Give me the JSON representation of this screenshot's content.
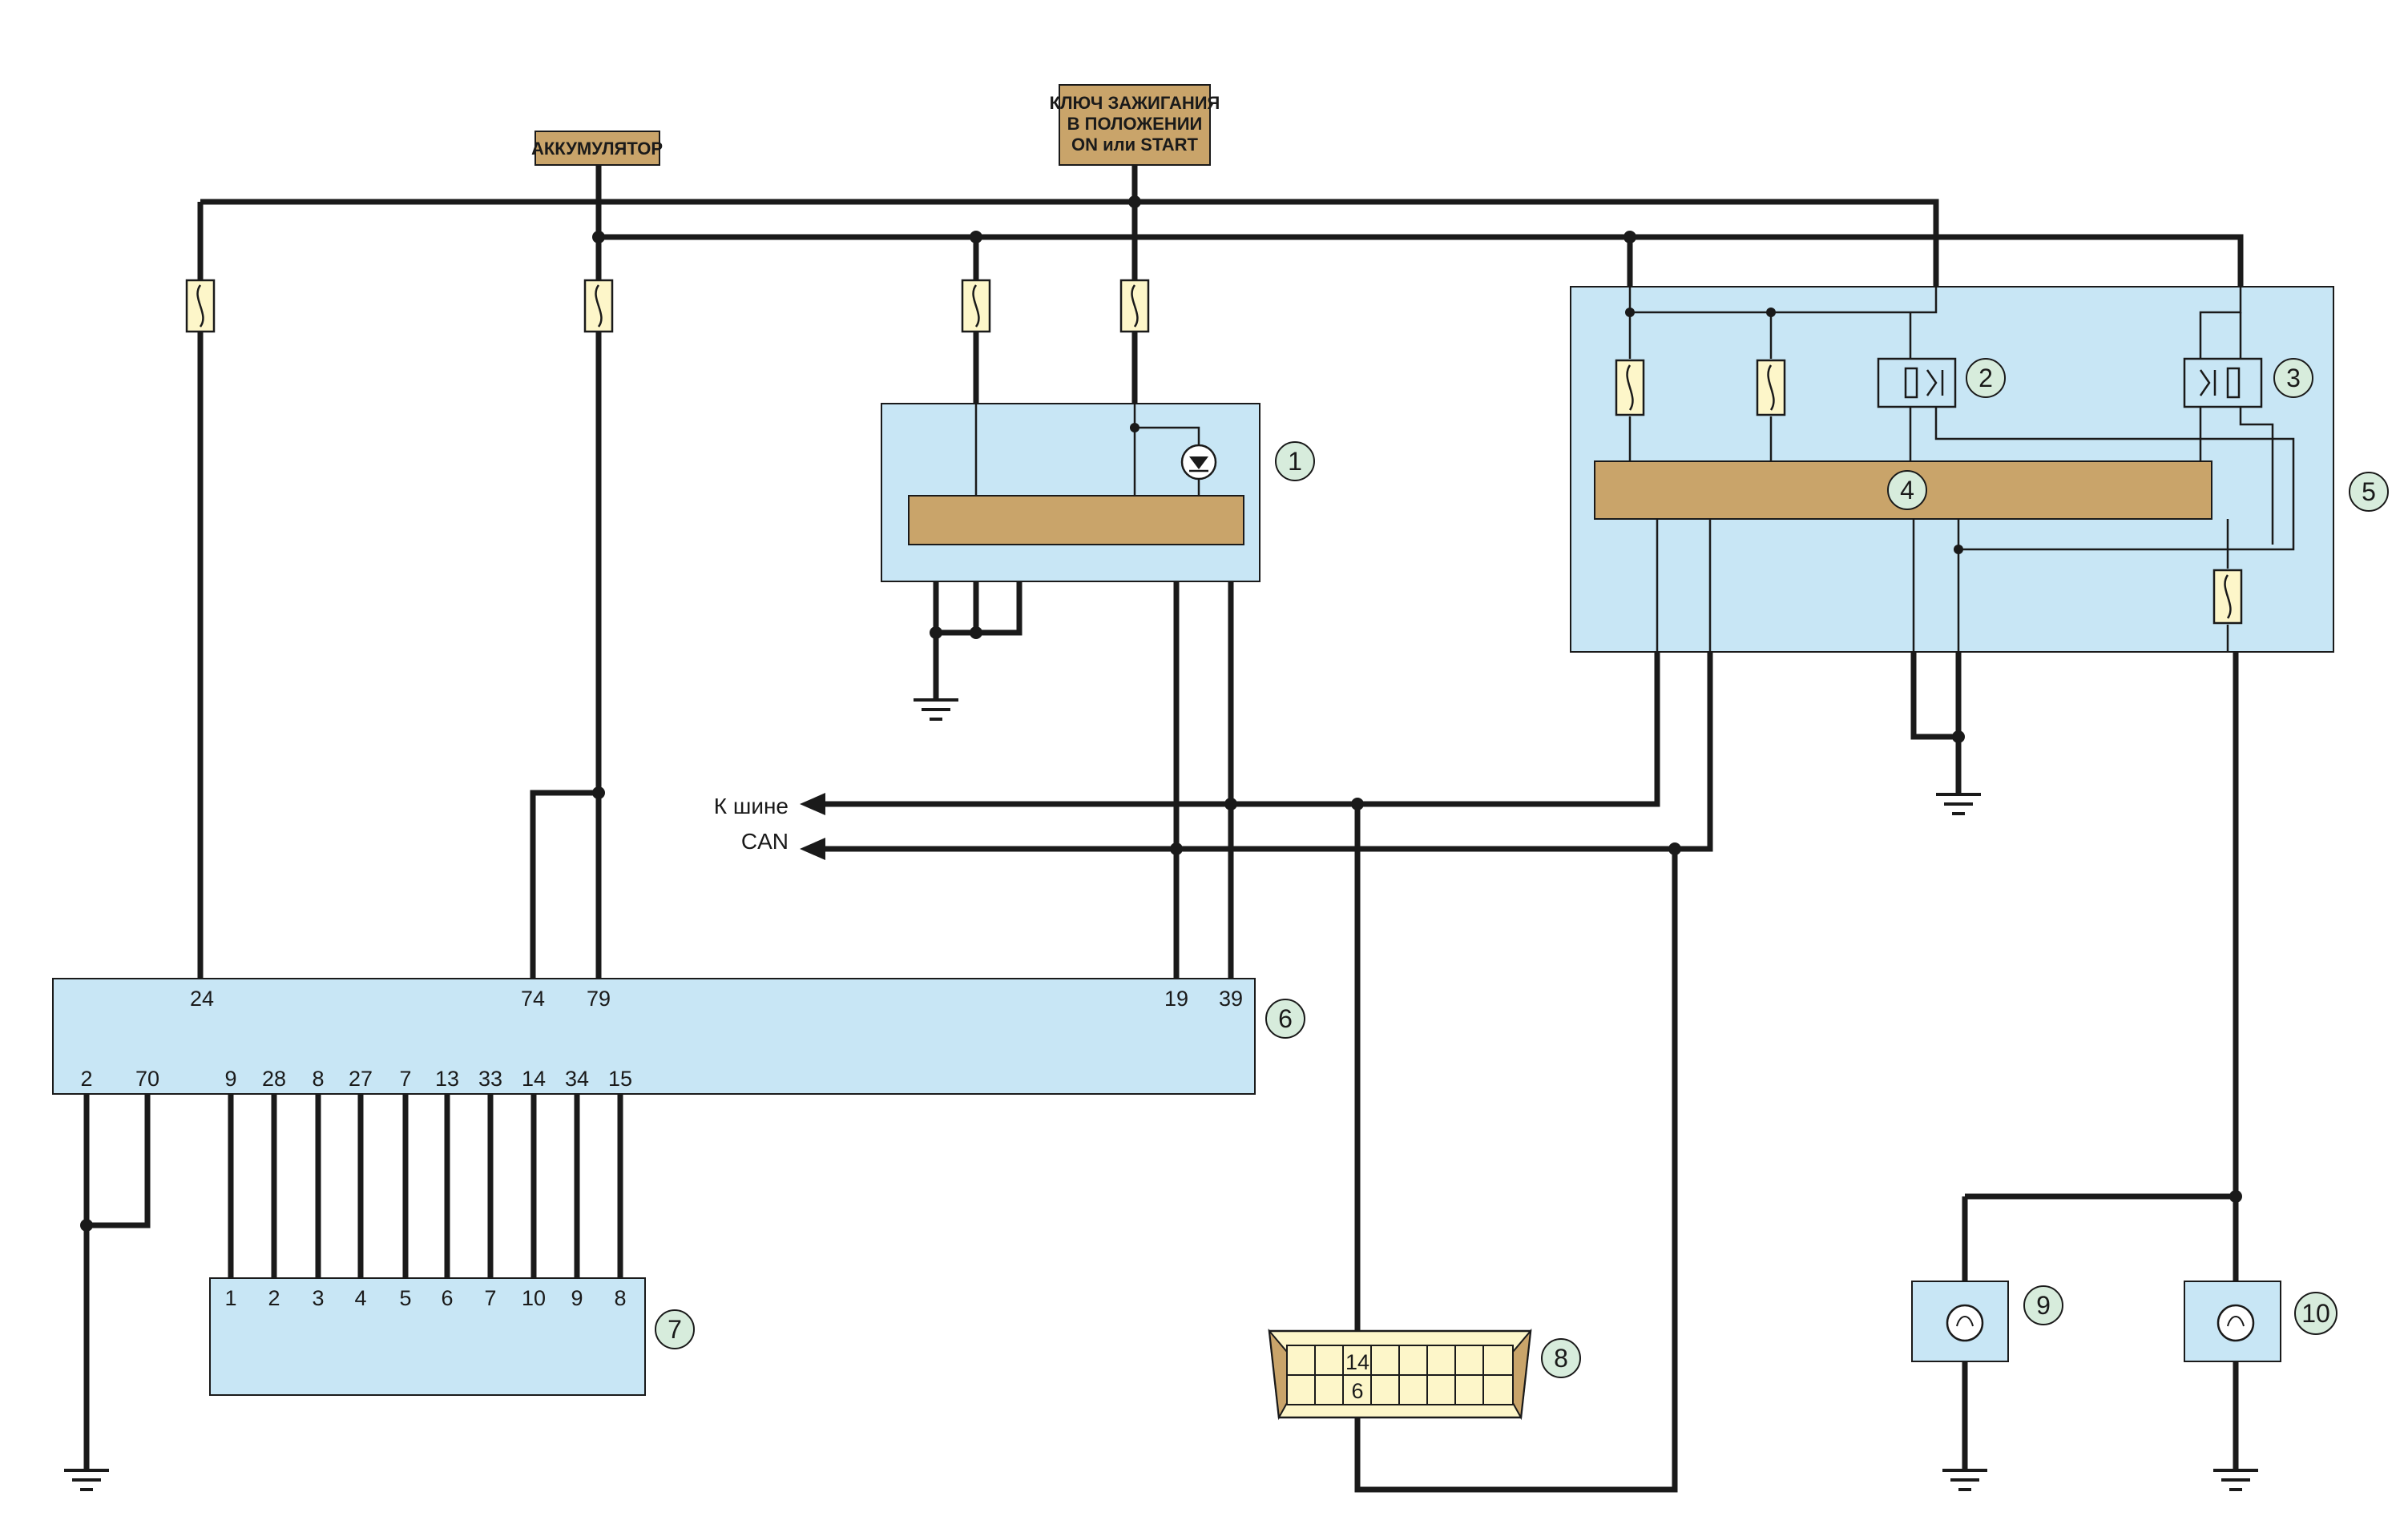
{
  "labels": {
    "battery": "АККУМУЛЯТОР",
    "ignition_line1": "КЛЮЧ ЗАЖИГАНИЯ",
    "ignition_line2": "В ПОЛОЖЕНИИ",
    "ignition_line3": "ON или START",
    "can_line1": "К шине",
    "can_line2": "CAN"
  },
  "callouts": [
    "1",
    "2",
    "3",
    "4",
    "5",
    "6",
    "7",
    "8",
    "9",
    "10"
  ],
  "module6": {
    "top_pins": [
      "24",
      "74",
      "79",
      "19",
      "39"
    ],
    "bottom_pins": [
      "2",
      "70",
      "9",
      "28",
      "8",
      "27",
      "7",
      "13",
      "33",
      "14",
      "34",
      "15"
    ]
  },
  "connector7": {
    "pins": [
      "1",
      "2",
      "3",
      "4",
      "5",
      "6",
      "7",
      "10",
      "9",
      "8"
    ]
  },
  "connector8": {
    "pins": [
      "14",
      "6"
    ]
  },
  "colors": {
    "wire": "#1a1a1a",
    "module_fill": "#c8e6f5",
    "label_fill": "#c9a46a",
    "callout_fill": "#d7ecdc",
    "fuse_fill": "#fdf6c9",
    "connector_fill": "#fdf6c9"
  }
}
